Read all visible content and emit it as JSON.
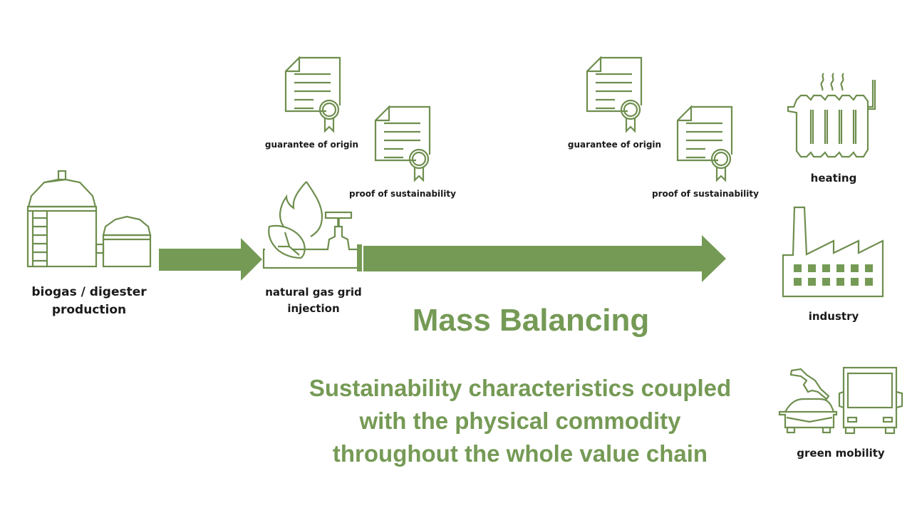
{
  "colors": {
    "accent": "#759a55",
    "icon_stroke": "#6e8e4e",
    "label": "#1a1a1a",
    "background": "#ffffff"
  },
  "stages": {
    "biogas": {
      "label_line1": "biogas / digester",
      "label_line2": "production",
      "icon": "biogas-digester-icon"
    },
    "grid": {
      "label_line1": "natural gas grid",
      "label_line2": "injection",
      "icon": "gas-grid-injection-icon"
    }
  },
  "certificates": [
    {
      "label": "guarantee of origin",
      "icon": "certificate-icon"
    },
    {
      "label": "proof of sustainability",
      "icon": "certificate-icon"
    },
    {
      "label": "guarantee of origin",
      "icon": "certificate-icon"
    },
    {
      "label": "proof of sustainability",
      "icon": "certificate-icon"
    }
  ],
  "end_uses": [
    {
      "label": "heating",
      "icon": "radiator-icon"
    },
    {
      "label": "industry",
      "icon": "factory-icon"
    },
    {
      "label": "green mobility",
      "icon": "vehicles-icon"
    }
  ],
  "main": {
    "title": "Mass Balancing",
    "subtitle_lines": [
      "Sustainability characteristics coupled",
      "with the physical commodity",
      "throughout the whole value chain"
    ]
  }
}
